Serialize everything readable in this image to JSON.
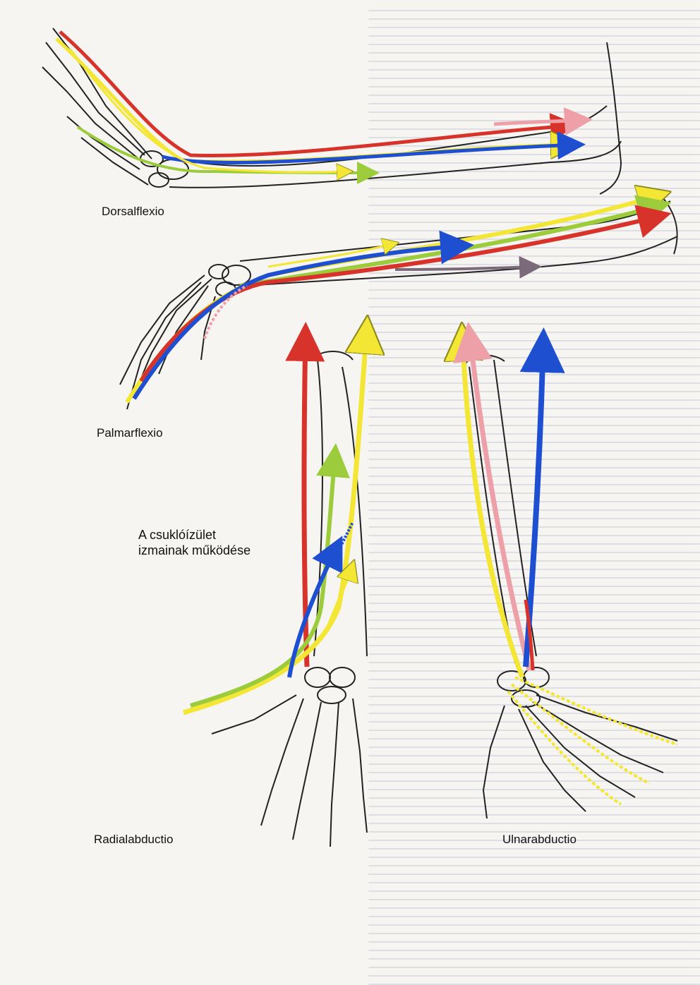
{
  "labels": {
    "dorsal": "Dorsalflexio",
    "palmar": "Palmarflexio",
    "title_line1": "A csuklóízület",
    "title_line2": "izmainak működése",
    "radial": "Radialabductio",
    "ulnar": "Ulnarabductio"
  },
  "colors": {
    "red": "#d8332a",
    "yellow": "#f3e634",
    "blue": "#1f4fd1",
    "green": "#9ccc3c",
    "pink": "#eea0a8",
    "bone_stroke": "#222222",
    "background": "#f6f5f2"
  }
}
